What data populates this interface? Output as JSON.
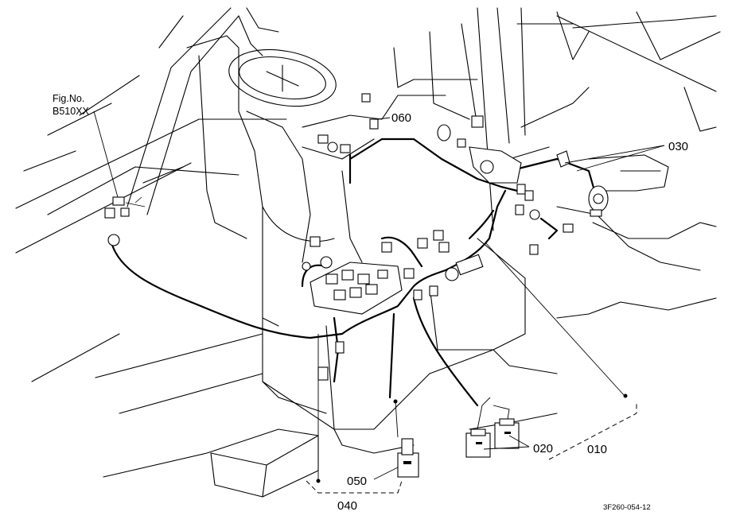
{
  "figure": {
    "ref_line1": "Fig.No.",
    "ref_line2": "B510XX",
    "code": "3F260-054-12"
  },
  "callouts": [
    {
      "id": "060",
      "label": "060"
    },
    {
      "id": "030",
      "label": "030"
    },
    {
      "id": "020",
      "label": "020"
    },
    {
      "id": "010",
      "label": "010"
    },
    {
      "id": "050",
      "label": "050"
    },
    {
      "id": "040",
      "label": "040"
    }
  ]
}
